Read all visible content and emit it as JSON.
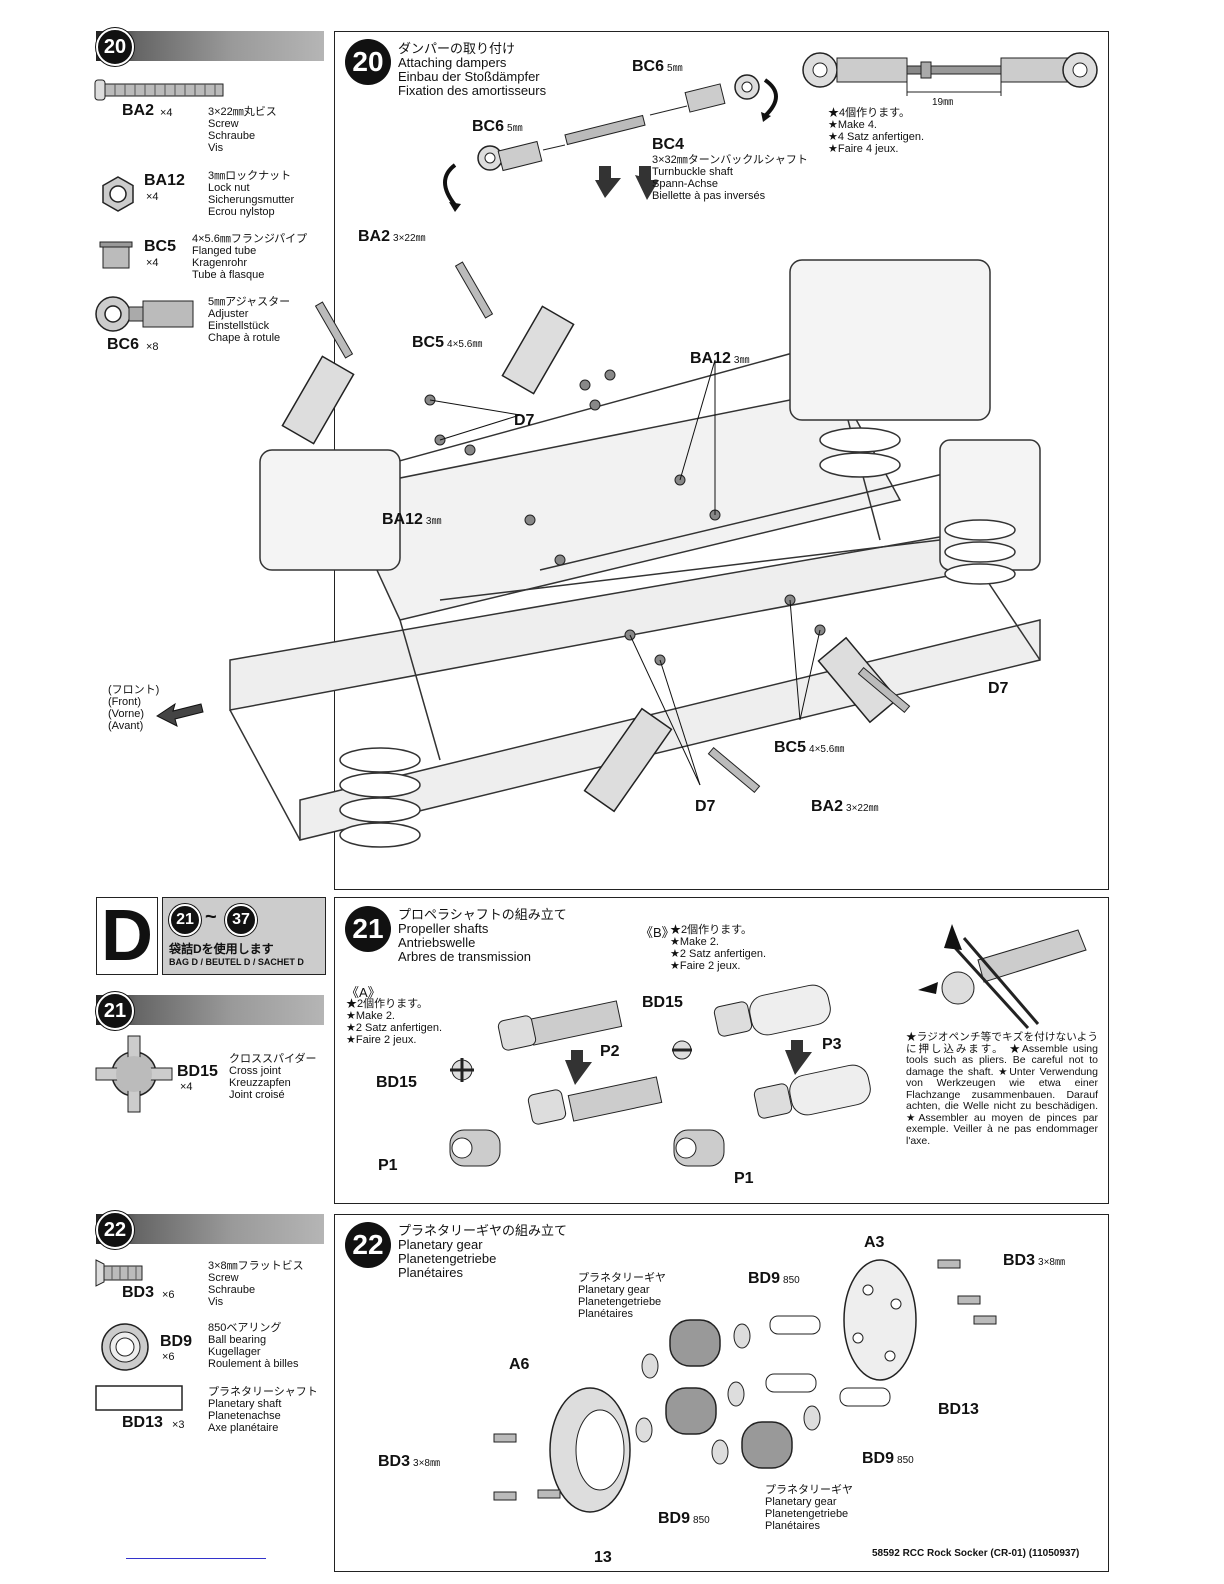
{
  "step20": {
    "num": "20",
    "parts": [
      {
        "code": "BA2",
        "qty": "×4",
        "desc": "3×22㎜丸ビス\nScrew\nSchraube\nVis"
      },
      {
        "code": "BA12",
        "qty": "×4",
        "desc": "3㎜ロックナット\nLock nut\nSicherungsmutter\nEcrou nylstop"
      },
      {
        "code": "BC5",
        "qty": "×4",
        "desc": "4×5.6㎜フランジパイプ\nFlanged tube\nKragenrohr\nTube à flasque"
      },
      {
        "code": "BC6",
        "qty": "×8",
        "desc": "5㎜アジャスター\nAdjuster\nEinstellstück\nChape à rotule"
      }
    ],
    "title": "ダンパーの取り付け\nAttaching dampers\nEinbau der Stoßdämpfer\nFixation des amortisseurs",
    "bc4_desc": "3×32㎜ターンバックルシャフト\nTurnbuckle shaft\nSpann-Achse\nBiellette à pas inversés",
    "make_note": "★4個作ります。\n★Make 4.\n★4 Satz anfertigen.\n★Faire 4 jeux.",
    "dimension": "19㎜",
    "front": "(フロント)\n(Front)\n(Vorne)\n(Avant)",
    "labels": {
      "bc6": "BC6",
      "bc6_size": "5㎜",
      "bc4": "BC4",
      "ba2": "BA2",
      "ba2_size": "3×22㎜",
      "bc5": "BC5",
      "bc5_size": "4×5.6㎜",
      "ba12": "BA12",
      "ba12_size": "3㎜",
      "d7": "D7"
    }
  },
  "bagD": {
    "letter": "D",
    "range_from": "21",
    "range_sep": "~",
    "range_to": "37",
    "jp": "袋詰Dを使用します",
    "en": "BAG D / BEUTEL D / SACHET D"
  },
  "step21": {
    "num": "21",
    "parts": [
      {
        "code": "BD15",
        "qty": "×4",
        "desc": "クロススパイダー\nCross joint\nKreuzzapfen\nJoint croisé"
      }
    ],
    "title": "プロペラシャフトの組み立て\nPropeller shafts\nAntriebswelle\nArbres de transmission",
    "a_label": "《A》",
    "a_note": "★2個作ります。\n★Make 2.\n★2 Satz anfertigen.\n★Faire 2 jeux.",
    "b_label": "《B》",
    "b_note": "★2個作ります。\n★Make 2.\n★2 Satz anfertigen.\n★Faire 2 jeux.",
    "tool_note": "★ラジオペンチ等でキズを付けないように押し込みます。\n★Assemble using tools such as pliers. Be careful not to damage the shaft.\n★Unter Verwendung von Werkzeugen wie etwa einer Flachzange zusammenbauen. Darauf achten, die Welle nicht zu beschädigen.\n★Assembler au moyen de pinces par exemple. Veiller à ne pas endommager l'axe.",
    "labels": {
      "bd15": "BD15",
      "p1": "P1",
      "p2": "P2",
      "p3": "P3"
    }
  },
  "step22": {
    "num": "22",
    "parts": [
      {
        "code": "BD3",
        "qty": "×6",
        "desc": "3×8㎜フラットビス\nScrew\nSchraube\nVis"
      },
      {
        "code": "BD9",
        "qty": "×6",
        "desc": "850ベアリング\nBall bearing\nKugellager\nRoulement à billes"
      },
      {
        "code": "BD13",
        "qty": "×3",
        "desc": "プラネタリーシャフト\nPlanetary shaft\nPlanetenachse\nAxe planétaire"
      }
    ],
    "title": "プラネタリーギヤの組み立て\nPlanetary gear\nPlanetengetriebe\nPlanétaires",
    "gear_label": "プラネタリーギヤ\nPlanetary gear\nPlanetengetriebe\nPlanétaires",
    "labels": {
      "a3": "A3",
      "a6": "A6",
      "bd3": "BD3",
      "bd3_size": "3×8㎜",
      "bd9": "BD9",
      "bd9_size": "850",
      "bd13": "BD13"
    }
  },
  "footer": {
    "page": "13",
    "model": "58592 RCC Rock Socker (CR-01) (11050937)"
  }
}
